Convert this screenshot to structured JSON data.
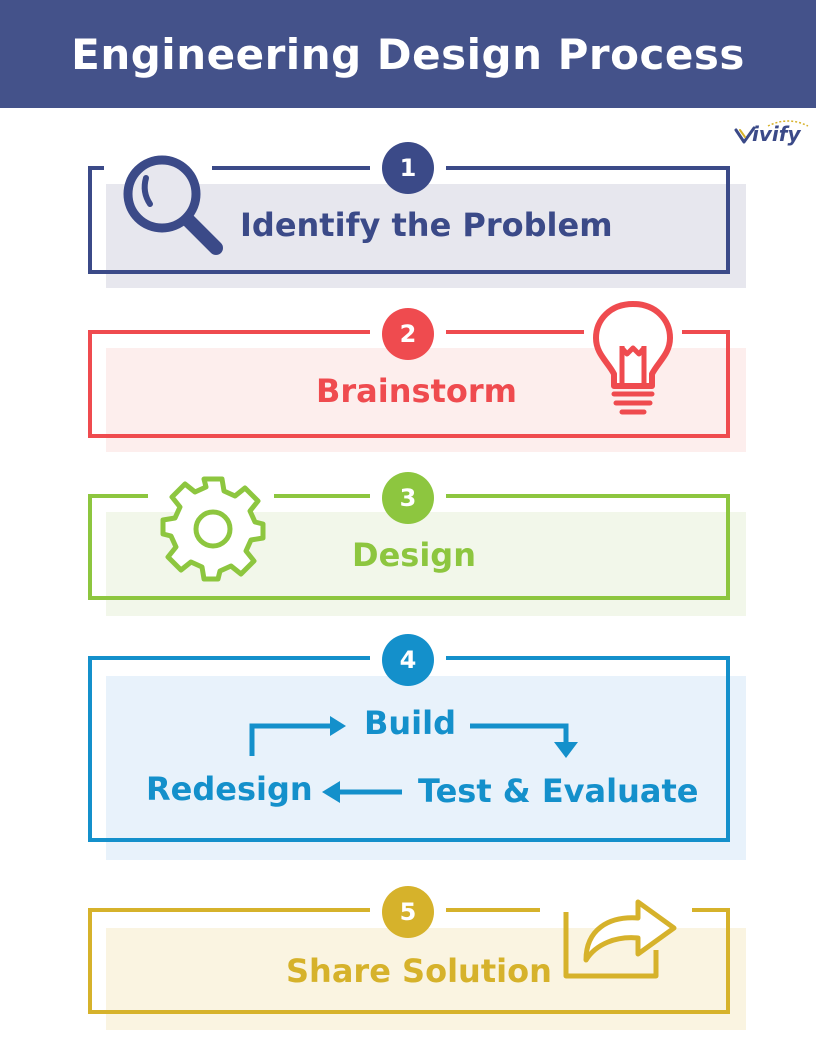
{
  "header": {
    "title": "Engineering Design Process"
  },
  "logo": {
    "text": "ivify"
  },
  "colors": {
    "header_bg": "#44528a",
    "step1": "#3b4a88",
    "step2": "#ef4b4f",
    "step3": "#8dc63f",
    "step4": "#1490cb",
    "step5": "#d6b22b"
  },
  "steps": [
    {
      "number": "1",
      "title": "Identify the Problem",
      "icon": "magnifier-icon"
    },
    {
      "number": "2",
      "title": "Brainstorm",
      "icon": "lightbulb-icon"
    },
    {
      "number": "3",
      "title": "Design",
      "icon": "gear-icon"
    },
    {
      "number": "4",
      "title": "",
      "icon": ""
    },
    {
      "number": "5",
      "title": "Share Solution",
      "icon": "share-arrow-icon"
    }
  ],
  "build_cycle": {
    "build": "Build",
    "test": "Test & Evaluate",
    "redesign": "Redesign"
  }
}
